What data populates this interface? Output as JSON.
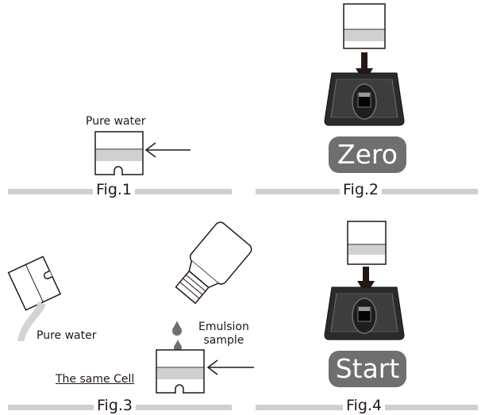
{
  "figures": [
    {
      "caption": "Fig.1",
      "labels": {
        "pure_water": "Pure water"
      }
    },
    {
      "caption": "Fig.2",
      "button": "Zero"
    },
    {
      "caption": "Fig.3",
      "labels": {
        "pure_water": "Pure water",
        "emulsion_sample": "Emulsion\nsample",
        "same_cell": "The same Cell"
      }
    },
    {
      "caption": "Fig.4",
      "button": "Start"
    }
  ],
  "colors": {
    "button_bg": "#6f6f6f",
    "divider": "#cfcfcf",
    "ink": "#231815",
    "water": "#d0d0d0",
    "device_body": "#2b2b2b"
  },
  "icons": [
    "cell-icon",
    "arrow-icon",
    "instrument-icon",
    "bottle-icon",
    "droplet-icon",
    "pouring-cell-icon"
  ]
}
